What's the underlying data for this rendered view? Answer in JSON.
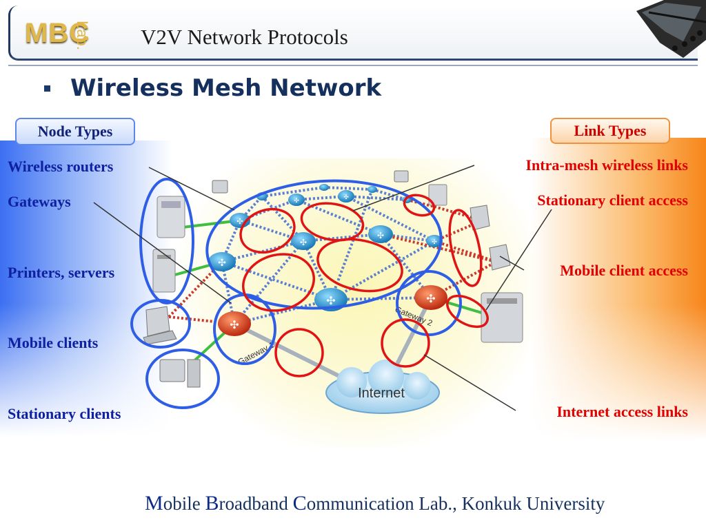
{
  "header": {
    "logo_text": "MBC",
    "logo_sub": "Lab.",
    "title": "V2V Network Protocols"
  },
  "main": {
    "heading": "Wireless Mesh Network"
  },
  "node_types": {
    "tab_label": "Node Types",
    "items": [
      "Wireless routers",
      "Gateways",
      "Printers, servers",
      "Mobile clients",
      "Stationary clients"
    ]
  },
  "link_types": {
    "tab_label": "Link Types",
    "items": [
      "Intra-mesh wireless links",
      "Stationary client access",
      "Mobile client access",
      "Internet access links"
    ]
  },
  "diagram": {
    "internet_label": "Internet",
    "gateway1_label": "Gateway 1",
    "gateway2_label": "Gateway 2"
  },
  "footer": {
    "parts": [
      {
        "cap": "M",
        "rest": "obile "
      },
      {
        "cap": "B",
        "rest": "roadband "
      },
      {
        "cap": "C",
        "rest": "ommunication Lab., Konkuk University"
      }
    ]
  },
  "colors": {
    "mesh_link": "#5b7fd0",
    "client_link": "#c83a2c",
    "highlight_blue": "#2f5ee6",
    "highlight_red": "#e01414",
    "router": "#1f9bd8",
    "gateway": "#e8451e"
  }
}
